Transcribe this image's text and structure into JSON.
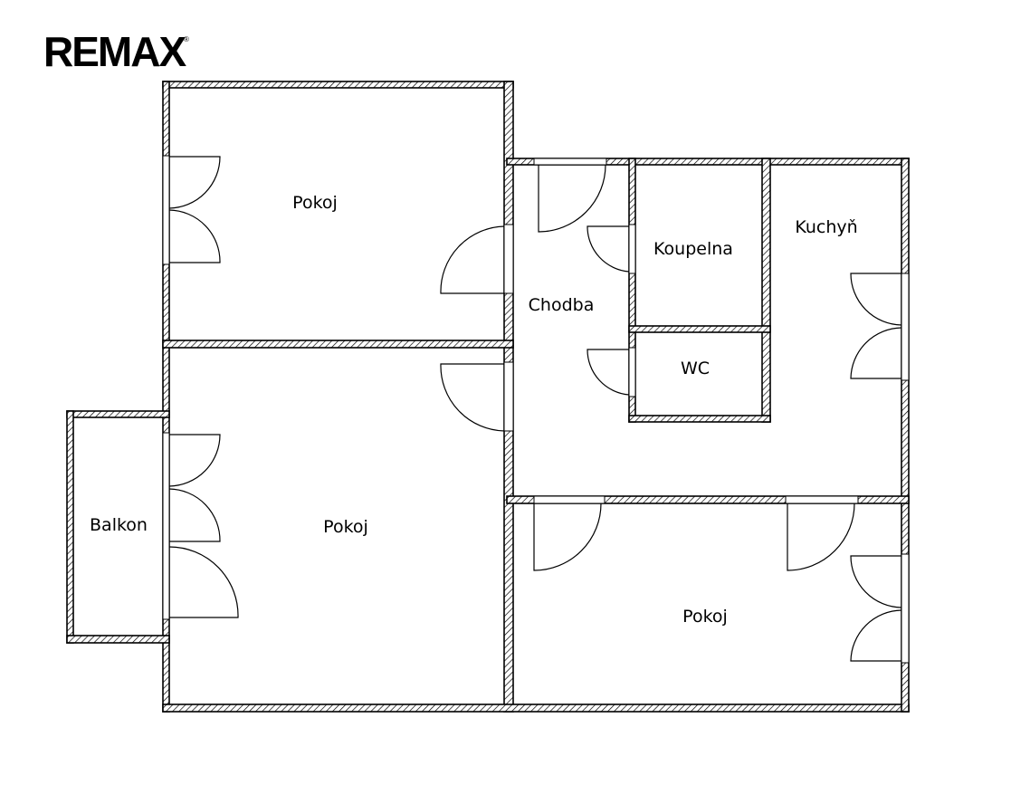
{
  "logo": {
    "text": "REMAX",
    "mark": "®"
  },
  "rooms": {
    "pokoj_top": "Pokoj",
    "pokoj_middle": "Pokoj",
    "pokoj_bottom_right": "Pokoj",
    "chodba": "Chodba",
    "koupelna": "Koupelna",
    "wc": "WC",
    "kuchyn": "Kuchyň",
    "balkon": "Balkon"
  },
  "colors": {
    "line": "#000000",
    "background": "#ffffff"
  }
}
